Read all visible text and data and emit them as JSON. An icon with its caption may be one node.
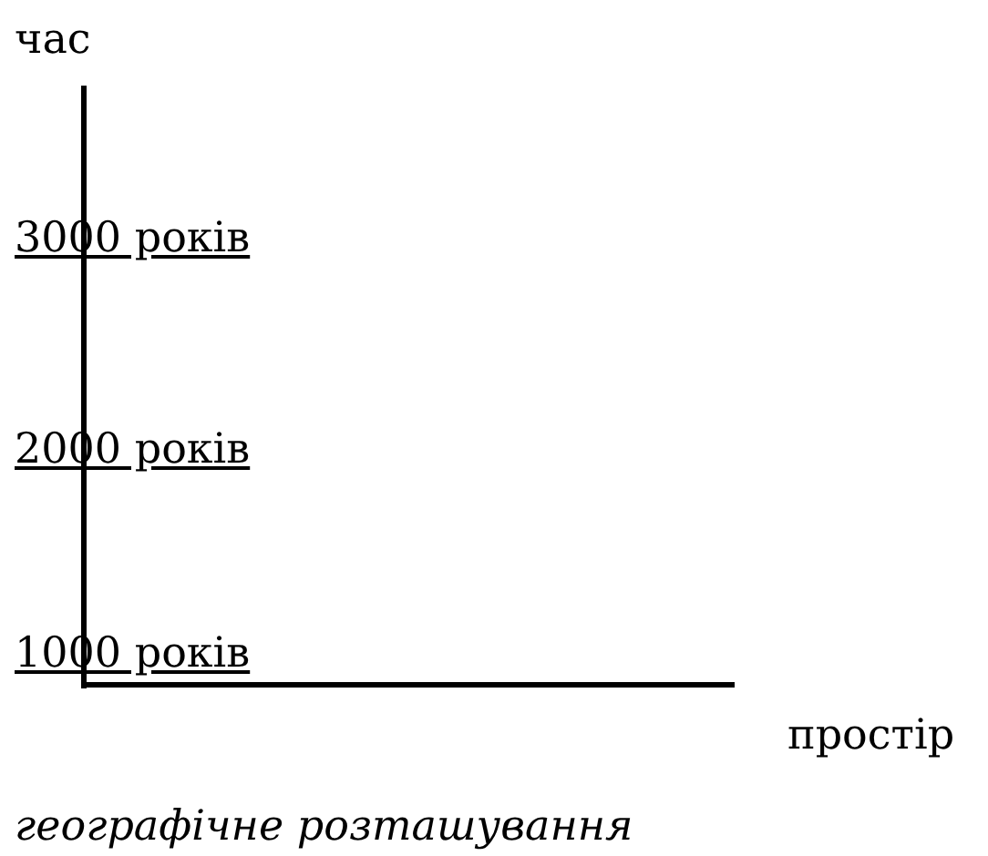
{
  "diagram": {
    "labels": [
      "час",
      "3000 років",
      "2000 років",
      "1000 років",
      "простір",
      "географічне розташування"
    ]
  }
}
